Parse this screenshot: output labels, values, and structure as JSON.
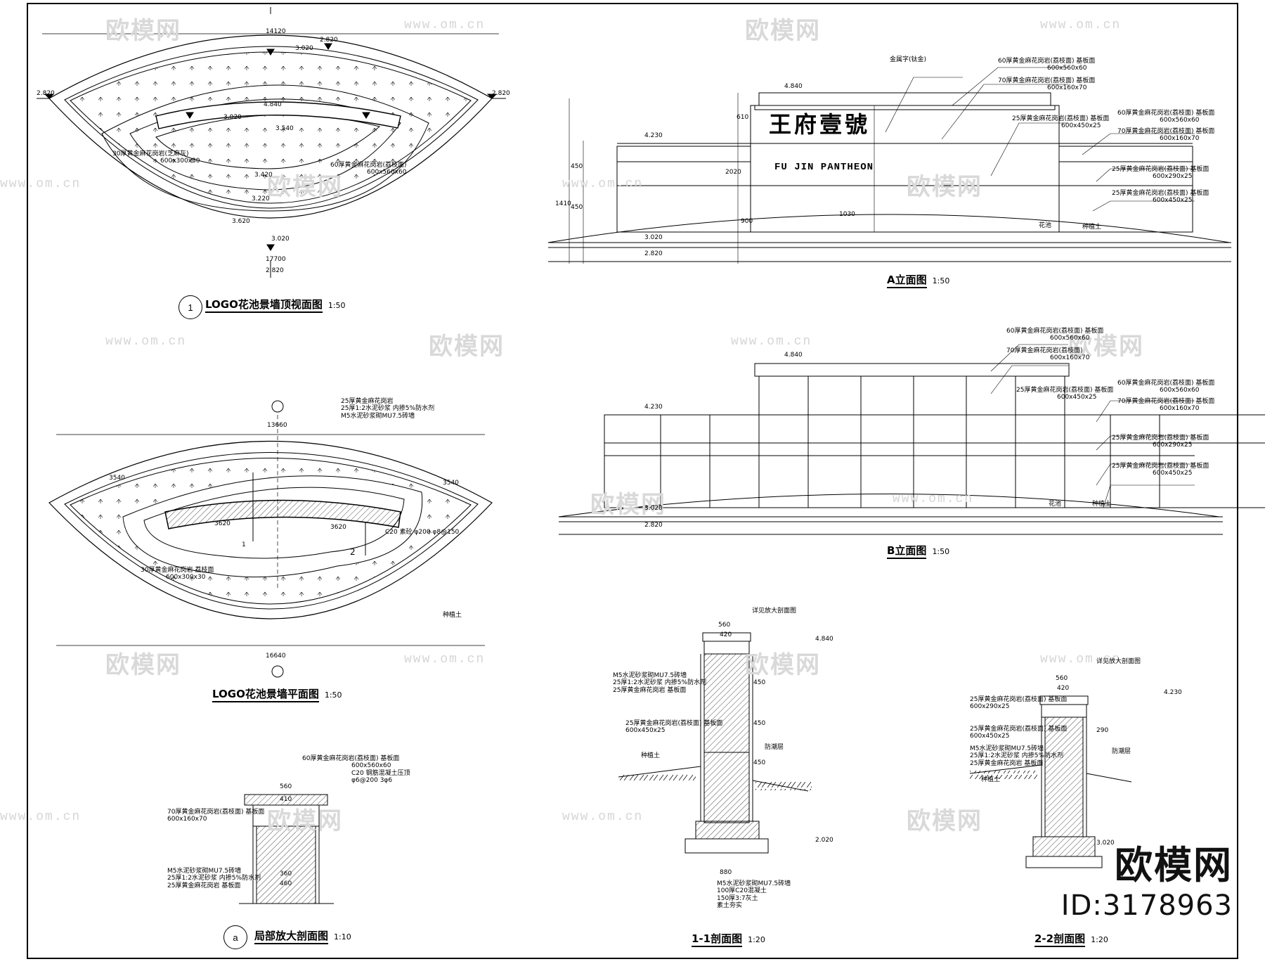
{
  "watermark": {
    "brand": "欧模网",
    "url": "www.om.cn",
    "id_text": "ID:3178963"
  },
  "views": {
    "top_view": {
      "badge": "1",
      "title": "LOGO花池景墙顶视面图",
      "scale": "1:50"
    },
    "plan_view": {
      "title": "LOGO花池景墙平面图",
      "scale": "1:50"
    },
    "detail_section": {
      "badge": "a",
      "title": "局部放大剖面图",
      "scale": "1:10"
    },
    "elevation_a": {
      "title": "A立面图",
      "scale": "1:50"
    },
    "elevation_b": {
      "title": "B立面图",
      "scale": "1:50"
    },
    "section_1": {
      "title": "1-1剖面图",
      "scale": "1:20"
    },
    "section_2": {
      "title": "2-2剖面图",
      "scale": "1:20"
    }
  },
  "sign": {
    "chinese": "王府壹號",
    "english": "FU JIN PANTHEON"
  },
  "top_view_dims": {
    "overall_width": "14120",
    "inner_width": "17700",
    "elev_left": "2.820",
    "elev_right": "2.820",
    "elev_top": "2.820",
    "elev_bottom": "2.820",
    "elev_upper_mid": "3.020",
    "elev_lower_mid": "3.020",
    "elev_wall": "4.840",
    "r1": "3.540",
    "r2": "3.220",
    "r3": "3.020",
    "r4": "3.620",
    "r5": "3.420",
    "note_coping": "30厚黄金麻花岗岩(芝麻灰)",
    "note_coping_size": "600x300x30",
    "note_wall": "60厚黄金麻花岗岩(荔枝面)",
    "note_wall_size": "600x560x60"
  },
  "plan_view_dims": {
    "top_width": "13660",
    "bottom_width": "16640",
    "w1": "3620",
    "w2": "3620",
    "w3": "3540",
    "w4": "3540",
    "concrete": "C20 素砼 φ200 φ8@150",
    "note1": "25厚黄金麻花岗岩",
    "note2": "25厚1:2水泥砂浆 内掺5%防水剂",
    "note3": "M5水泥砂浆砌MU7.5砖墙",
    "note_edge": "30厚黄金麻花岗岩 荔枝面",
    "note_edge_size": "600x300x30",
    "note_right": "种植土",
    "cut1": "1",
    "cut2": "2"
  },
  "elevation_a_dims": {
    "h_top": "4.840",
    "h_mid": "4.230",
    "h_base": "3.020",
    "h_ground": "2.820",
    "v1": "610",
    "v2": "450",
    "v3": "450",
    "v4": "1410",
    "v5": "2020",
    "v6": "900",
    "v7": "1030",
    "notes": [
      "金属字(钛金)",
      "60厚黄金麻花岗岩(荔枝面) 基板面",
      "600x560x60",
      "70厚黄金麻花岗岩(荔枝面) 基板面",
      "600x160x70",
      "25厚黄金麻花岗岩(荔枝面) 基板面",
      "600x450x25",
      "60厚黄金麻花岗岩(荔枝面) 基板面",
      "600x560x60",
      "70厚黄金麻花岗岩(荔枝面) 基板面",
      "600x160x70",
      "25厚黄金麻花岗岩(荔枝面) 基板面",
      "600x290x25",
      "25厚黄金麻花岗岩(荔枝面) 基板面",
      "600x450x25"
    ],
    "ground1": "花池",
    "ground2": "种植土"
  },
  "elevation_b_dims": {
    "h_top": "4.840",
    "h_mid": "4.230",
    "h_base": "3.020",
    "h_ground": "2.820",
    "notes": [
      "60厚黄金麻花岗岩(荔枝面) 基板面",
      "600x560x60",
      "70厚黄金麻花岗岩(荔枝面)",
      "600x160x70",
      "25厚黄金麻花岗岩(荔枝面) 基板面",
      "600x450x25",
      "60厚黄金麻花岗岩(荔枝面) 基板面",
      "600x560x60",
      "70厚黄金麻花岗岩(荔枝面) 基板面",
      "600x160x70",
      "25厚黄金麻花岗岩(荔枝面) 基板面",
      "600x290x25",
      "25厚黄金麻花岗岩(荔枝面) 基板面",
      "600x450x25"
    ],
    "ground1": "花池",
    "ground2": "种植土"
  },
  "detail_dims": {
    "w_total": "560",
    "w_inner": "410",
    "w_core": "360",
    "w_base": "460",
    "notes_top": [
      "60厚黄金麻花岗岩(荔枝面) 基板面",
      "600x560x60",
      "C20 钢筋混凝土压顶",
      "φ6@200 3φ6"
    ],
    "notes_left": [
      "70厚黄金麻花岗岩(荔枝面) 基板面",
      "600x160x70",
      "M5水泥砂浆砌MU7.5砖墙",
      "25厚1:2水泥砂浆 内掺5%防水剂",
      "25厚黄金麻花岗岩 基板面"
    ]
  },
  "section1_dims": {
    "w_top": "560",
    "w_mid": "420",
    "w_base": "880",
    "elev_top": "4.840",
    "elev_bottom": "2.020",
    "v": [
      "450",
      "450",
      "450"
    ],
    "notes_left": [
      "M5水泥砂浆砌MU7.5砖墙",
      "25厚1:2水泥砂浆 内掺5%防水剂",
      "25厚黄金麻花岗岩 基板面",
      "25厚黄金麻花岗岩(荔枝面) 基板面",
      "600x450x25",
      "种植土"
    ],
    "notes_bottom": [
      "M5水泥砂浆砌MU7.5砖墙",
      "100厚C20混凝土",
      "150厚3:7灰土",
      "素土夯实"
    ],
    "top_note": "详见放大剖面图",
    "right_note": "防潮层"
  },
  "section2_dims": {
    "w_top": "560",
    "w_mid": "420",
    "elev_top": "4.230",
    "elev_bottom": "3.020",
    "v": [
      "290"
    ],
    "notes_left": [
      "25厚黄金麻花岗岩(荔枝面) 基板面",
      "600x290x25",
      "25厚黄金麻花岗岩(荔枝面) 基板面",
      "600x450x25",
      "M5水泥砂浆砌MU7.5砖墙",
      "25厚1:2水泥砂浆 内掺5%防水剂",
      "25厚黄金麻花岗岩 基板面",
      "种植土"
    ],
    "top_note": "详见放大剖面图",
    "right_note": "防潮层"
  }
}
